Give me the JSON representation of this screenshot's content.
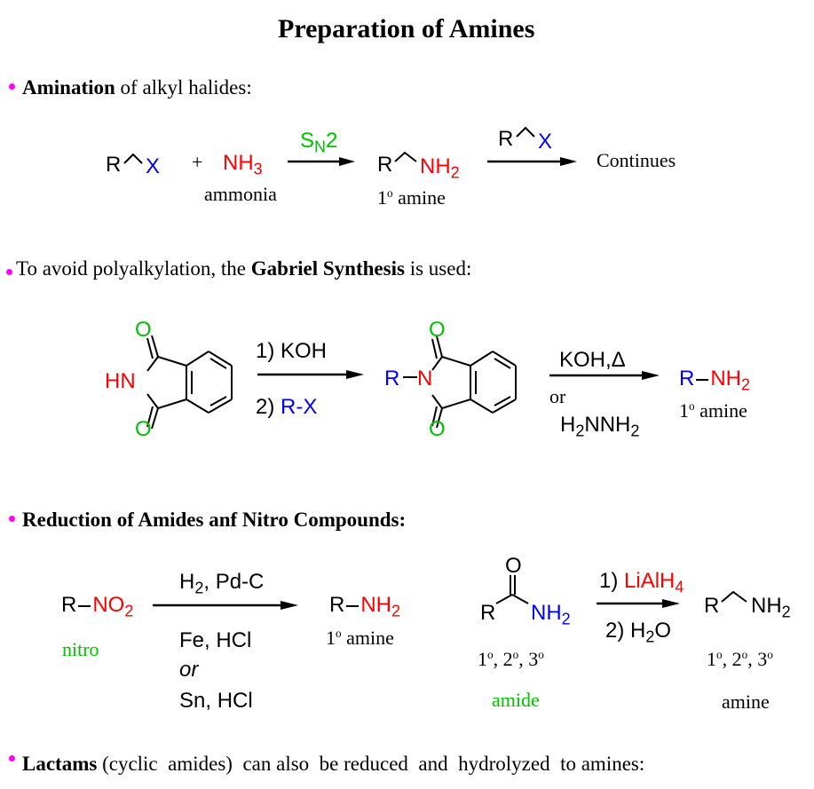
{
  "title": "Preparation of Amines",
  "colors": {
    "bullet": "#ff00ff",
    "red": "#ff0000",
    "blue": "#0000ff",
    "green": "#00c000"
  },
  "section1": {
    "heading_bold": "Amination",
    "heading_rest": " of alkyl halides:",
    "reactant_R": "R",
    "reactant_X": "X",
    "plus": "+",
    "nh3_main": "NH",
    "nh3_sub": "3",
    "ammonia_label": "ammonia",
    "sn2_main": "S",
    "sn2_sub": "N",
    "sn2_tail": "2",
    "product_R": "R",
    "product_nh2_main": "NH",
    "product_nh2_sub": "2",
    "product_label_num": "1",
    "product_label_deg": "o",
    "product_label_text": " amine",
    "reagent_R": "R",
    "reagent_X": "X",
    "continues": "Continues"
  },
  "section2": {
    "heading_pre": "To avoid polyalkylation,  the ",
    "heading_bold": "Gabriel Synthesis",
    "heading_post": " is used:",
    "phthalimide_O_top": "O",
    "phthalimide_HN": "HN",
    "phthalimide_O_bottom": "O",
    "step1": "1) KOH",
    "step2_num": "2) ",
    "step2_reagent": "R-X",
    "nalkyl_R": "R",
    "nalkyl_N": "N",
    "nalkyl_O_top": "O",
    "nalkyl_O_bottom": "O",
    "cond_top": "KOH,Δ",
    "cond_or": "or",
    "cond_bottom_a": "H",
    "cond_bottom_sub1": "2",
    "cond_bottom_b": "NNH",
    "cond_bottom_sub2": "2",
    "product_R": "R",
    "product_NH": "NH",
    "product_sub": "2",
    "product_label_num": "1",
    "product_label_deg": "o",
    "product_label_text": " amine"
  },
  "section3": {
    "heading": "Reduction of Amides anf Nitro Compounds:",
    "nitro_R": "R",
    "nitro_NO": "NO",
    "nitro_sub": "2",
    "nitro_label": "nitro",
    "cond_top_a": "H",
    "cond_top_sub": "2",
    "cond_top_b": ", Pd-C",
    "cond_line1": "Fe, HCl",
    "cond_or": "or",
    "cond_line2": "Sn, HCl",
    "amine_R": "R",
    "amine_NH": "NH",
    "amine_sub": "2",
    "amine_label_num": "1",
    "amine_label_deg": "o",
    "amine_label_text": " amine",
    "amide_O": "O",
    "amide_R": "R",
    "amide_NH": "NH",
    "amide_sub": "2",
    "amide_degrees": [
      "1",
      "2",
      "3"
    ],
    "amide_label": "amide",
    "step1_num": "1) ",
    "step1_reagent_main": "LiAlH",
    "step1_reagent_sub": "4",
    "step2_a": "2) H",
    "step2_sub": "2",
    "step2_b": "O",
    "product_R": "R",
    "product_NH": "NH",
    "product_sub": "2",
    "product_degrees": [
      "1",
      "2",
      "3"
    ],
    "product_label": "amine"
  },
  "section4": {
    "heading_bold": "Lactams",
    "heading_rest": " (cyclic  amides)  can also  be reduced  and  hydrolyzed  to amines:"
  }
}
